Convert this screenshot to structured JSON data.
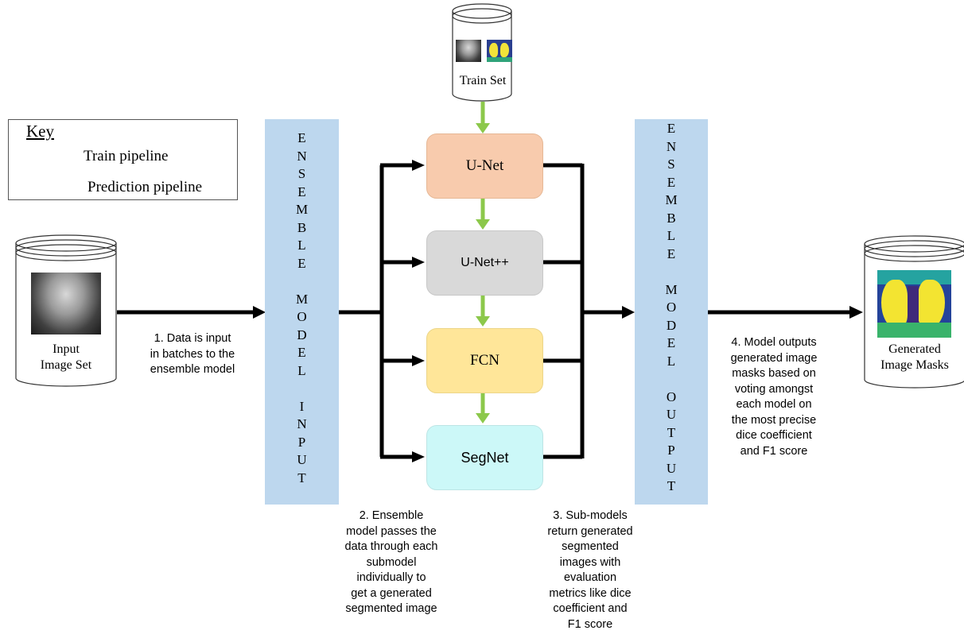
{
  "key": {
    "title": "Key",
    "train_label": "Train pipeline",
    "prediction_label": "Prediction pipeline"
  },
  "train_set": {
    "label": "Train Set"
  },
  "input_set": {
    "label_line1": "Input",
    "label_line2": "Image Set"
  },
  "output_set": {
    "label_line1": "Generated",
    "label_line2": "Image Masks"
  },
  "ensemble_input_letters": [
    "E",
    "N",
    "S",
    "E",
    "M",
    "B",
    "L",
    "E",
    "",
    "M",
    "O",
    "D",
    "E",
    "L",
    "",
    "I",
    "N",
    "P",
    "U",
    "T"
  ],
  "ensemble_output_letters": [
    "E",
    "N",
    "S",
    "E",
    "M",
    "B",
    "L",
    "E",
    "",
    "M",
    "O",
    "D",
    "E",
    "L",
    "",
    "O",
    "U",
    "T",
    "P",
    "U",
    "T"
  ],
  "models": {
    "unet": "U-Net",
    "unetpp": "U-Net++",
    "fcn": "FCN",
    "segnet": "SegNet"
  },
  "colors": {
    "train_arrow": "#8cc84b",
    "ensemble_bar": "#bdd7ee",
    "unet": "#f8cbad",
    "unetpp": "#d9d9d9",
    "fcn": "#ffe699",
    "segnet": "#ccf8f8"
  },
  "captions": {
    "step1": [
      "1. Data is input",
      "in batches to the",
      "ensemble model"
    ],
    "step2": [
      "2. Ensemble",
      "model passes the",
      "data through each",
      "submodel",
      "individually to",
      "get a generated",
      "segmented image"
    ],
    "step3": [
      "3. Sub-models",
      "return generated",
      "segmented",
      "images with",
      "evaluation",
      "metrics like dice",
      "coefficient and",
      "F1 score"
    ],
    "step4": [
      "4. Model outputs",
      "generated image",
      "masks based on",
      "voting amongst",
      "each model on",
      "the most precise",
      "dice coefficient",
      "and F1 score"
    ]
  }
}
